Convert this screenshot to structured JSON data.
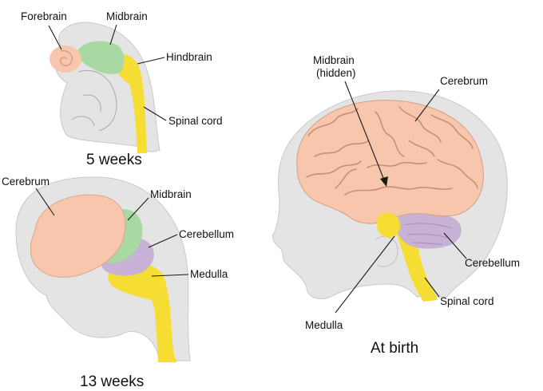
{
  "colors": {
    "forebrain": "#f7c6ad",
    "midbrain": "#a8d9a2",
    "hindbrain": "#f6dd33",
    "spinal_cord": "#f6dd33",
    "cerebrum": "#f7c6ad",
    "cerebellum": "#c7b1d4",
    "medulla": "#f6dd33",
    "silhouette": "#e4e4e4"
  },
  "stages": {
    "week5": {
      "caption": "5 weeks",
      "labels": {
        "forebrain": "Forebrain",
        "midbrain": "Midbrain",
        "hindbrain": "Hindbrain",
        "spinal_cord": "Spinal cord"
      }
    },
    "week13": {
      "caption": "13 weeks",
      "labels": {
        "cerebrum": "Cerebrum",
        "midbrain": "Midbrain",
        "cerebellum": "Cerebellum",
        "medulla": "Medulla"
      }
    },
    "birth": {
      "caption": "At birth",
      "labels": {
        "midbrain_line1": "Midbrain",
        "midbrain_line2": "(hidden)",
        "cerebrum": "Cerebrum",
        "cerebellum": "Cerebellum",
        "spinal_cord": "Spinal cord",
        "medulla": "Medulla"
      }
    }
  }
}
